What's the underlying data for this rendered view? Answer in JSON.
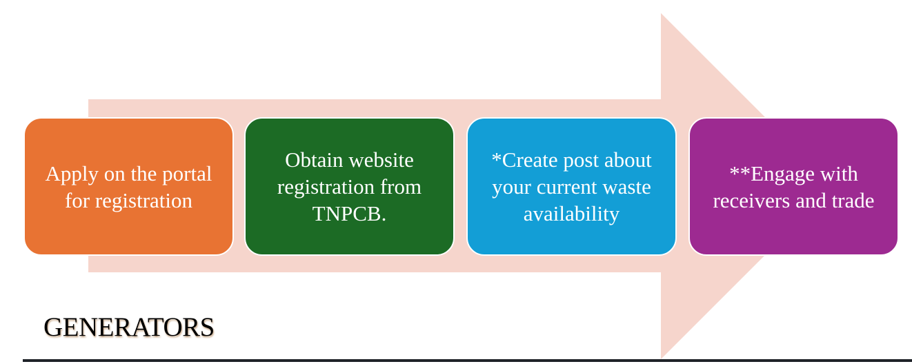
{
  "colors": {
    "arrow": "#F6D5CC",
    "step1": "#E87333",
    "step2": "#1C6B25",
    "step3": "#139ED6",
    "step4": "#9D2A91"
  },
  "steps": [
    {
      "text": "Apply on the portal for registration"
    },
    {
      "text": "Obtain website registration from TNPCB."
    },
    {
      "text": "*Create post about your current waste availability"
    },
    {
      "text": "**Engage with receivers and trade"
    }
  ],
  "section_title": "GENERATORS"
}
